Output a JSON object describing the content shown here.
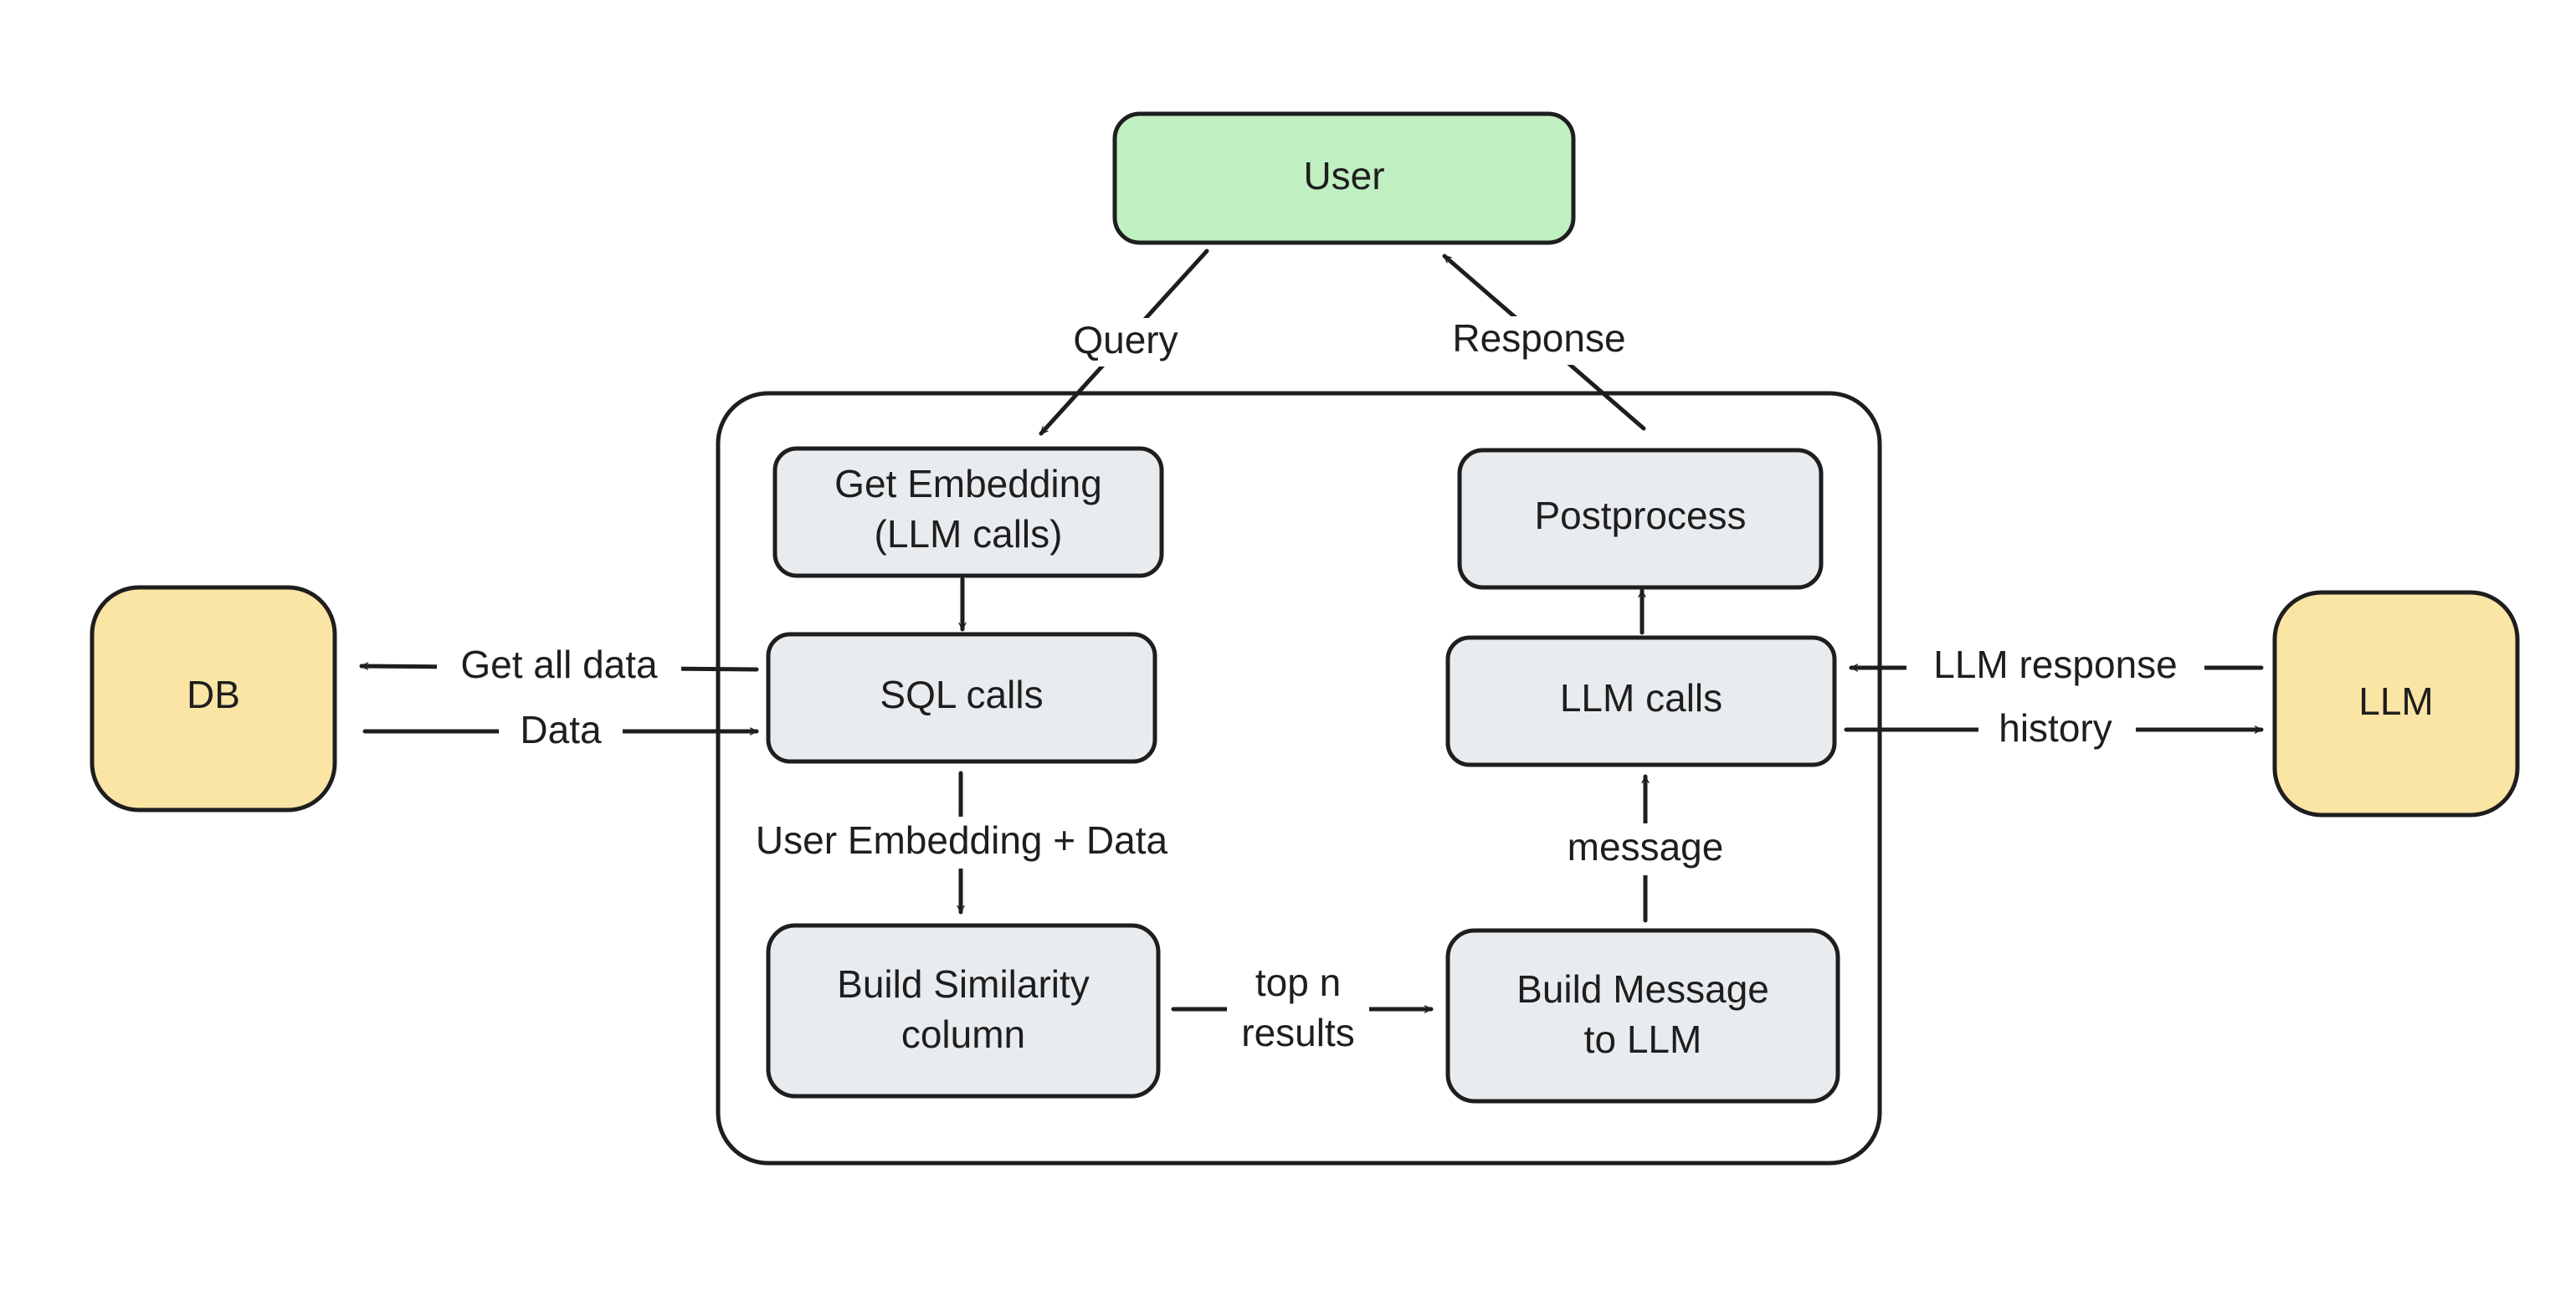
{
  "colors": {
    "user_fill": "#c0efc1",
    "external_fill": "#fbe5a5",
    "process_fill": "#e9ecef",
    "container_fill": "#ffffff",
    "stroke": "#1e1e1e"
  },
  "nodes": {
    "user": {
      "label": "User"
    },
    "db": {
      "label": "DB"
    },
    "llm": {
      "label": "LLM"
    },
    "get_embedding": {
      "lines": [
        "Get Embedding",
        "(LLM calls)"
      ]
    },
    "sql_calls": {
      "label": "SQL calls"
    },
    "build_similarity": {
      "lines": [
        "Build Similarity",
        "column"
      ]
    },
    "postprocess": {
      "label": "Postprocess"
    },
    "llm_calls": {
      "label": "LLM calls"
    },
    "build_message": {
      "lines": [
        "Build Message",
        "to LLM"
      ]
    }
  },
  "edges": {
    "query": "Query",
    "response": "Response",
    "get_all_data": "Get all data",
    "data": "Data",
    "user_embedding_data": "User Embedding + Data",
    "top_n_results": [
      "top n",
      "results"
    ],
    "message": "message",
    "llm_response": "LLM response",
    "history": "history"
  }
}
